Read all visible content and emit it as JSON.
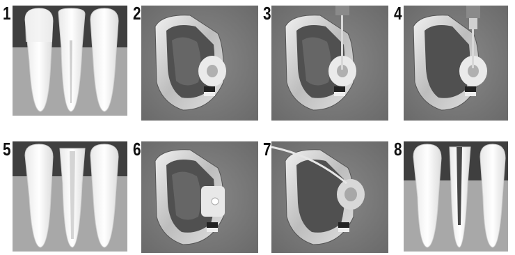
{
  "panels": [
    {
      "number": "1",
      "view": "teeth-cross-section"
    },
    {
      "number": "2",
      "view": "rubber-dam-access"
    },
    {
      "number": "3",
      "view": "file-insertion"
    },
    {
      "number": "4",
      "view": "file-deeper"
    },
    {
      "number": "5",
      "view": "canal-filled"
    },
    {
      "number": "6",
      "view": "sealed-opening"
    },
    {
      "number": "7",
      "view": "syringe-irrigation"
    },
    {
      "number": "8",
      "view": "post-cavity"
    }
  ],
  "colors": {
    "enamel": "#f5f5f5",
    "gum": "#9a9a9a",
    "background": "#4a4a4a",
    "metal": "#dcdcdc"
  }
}
